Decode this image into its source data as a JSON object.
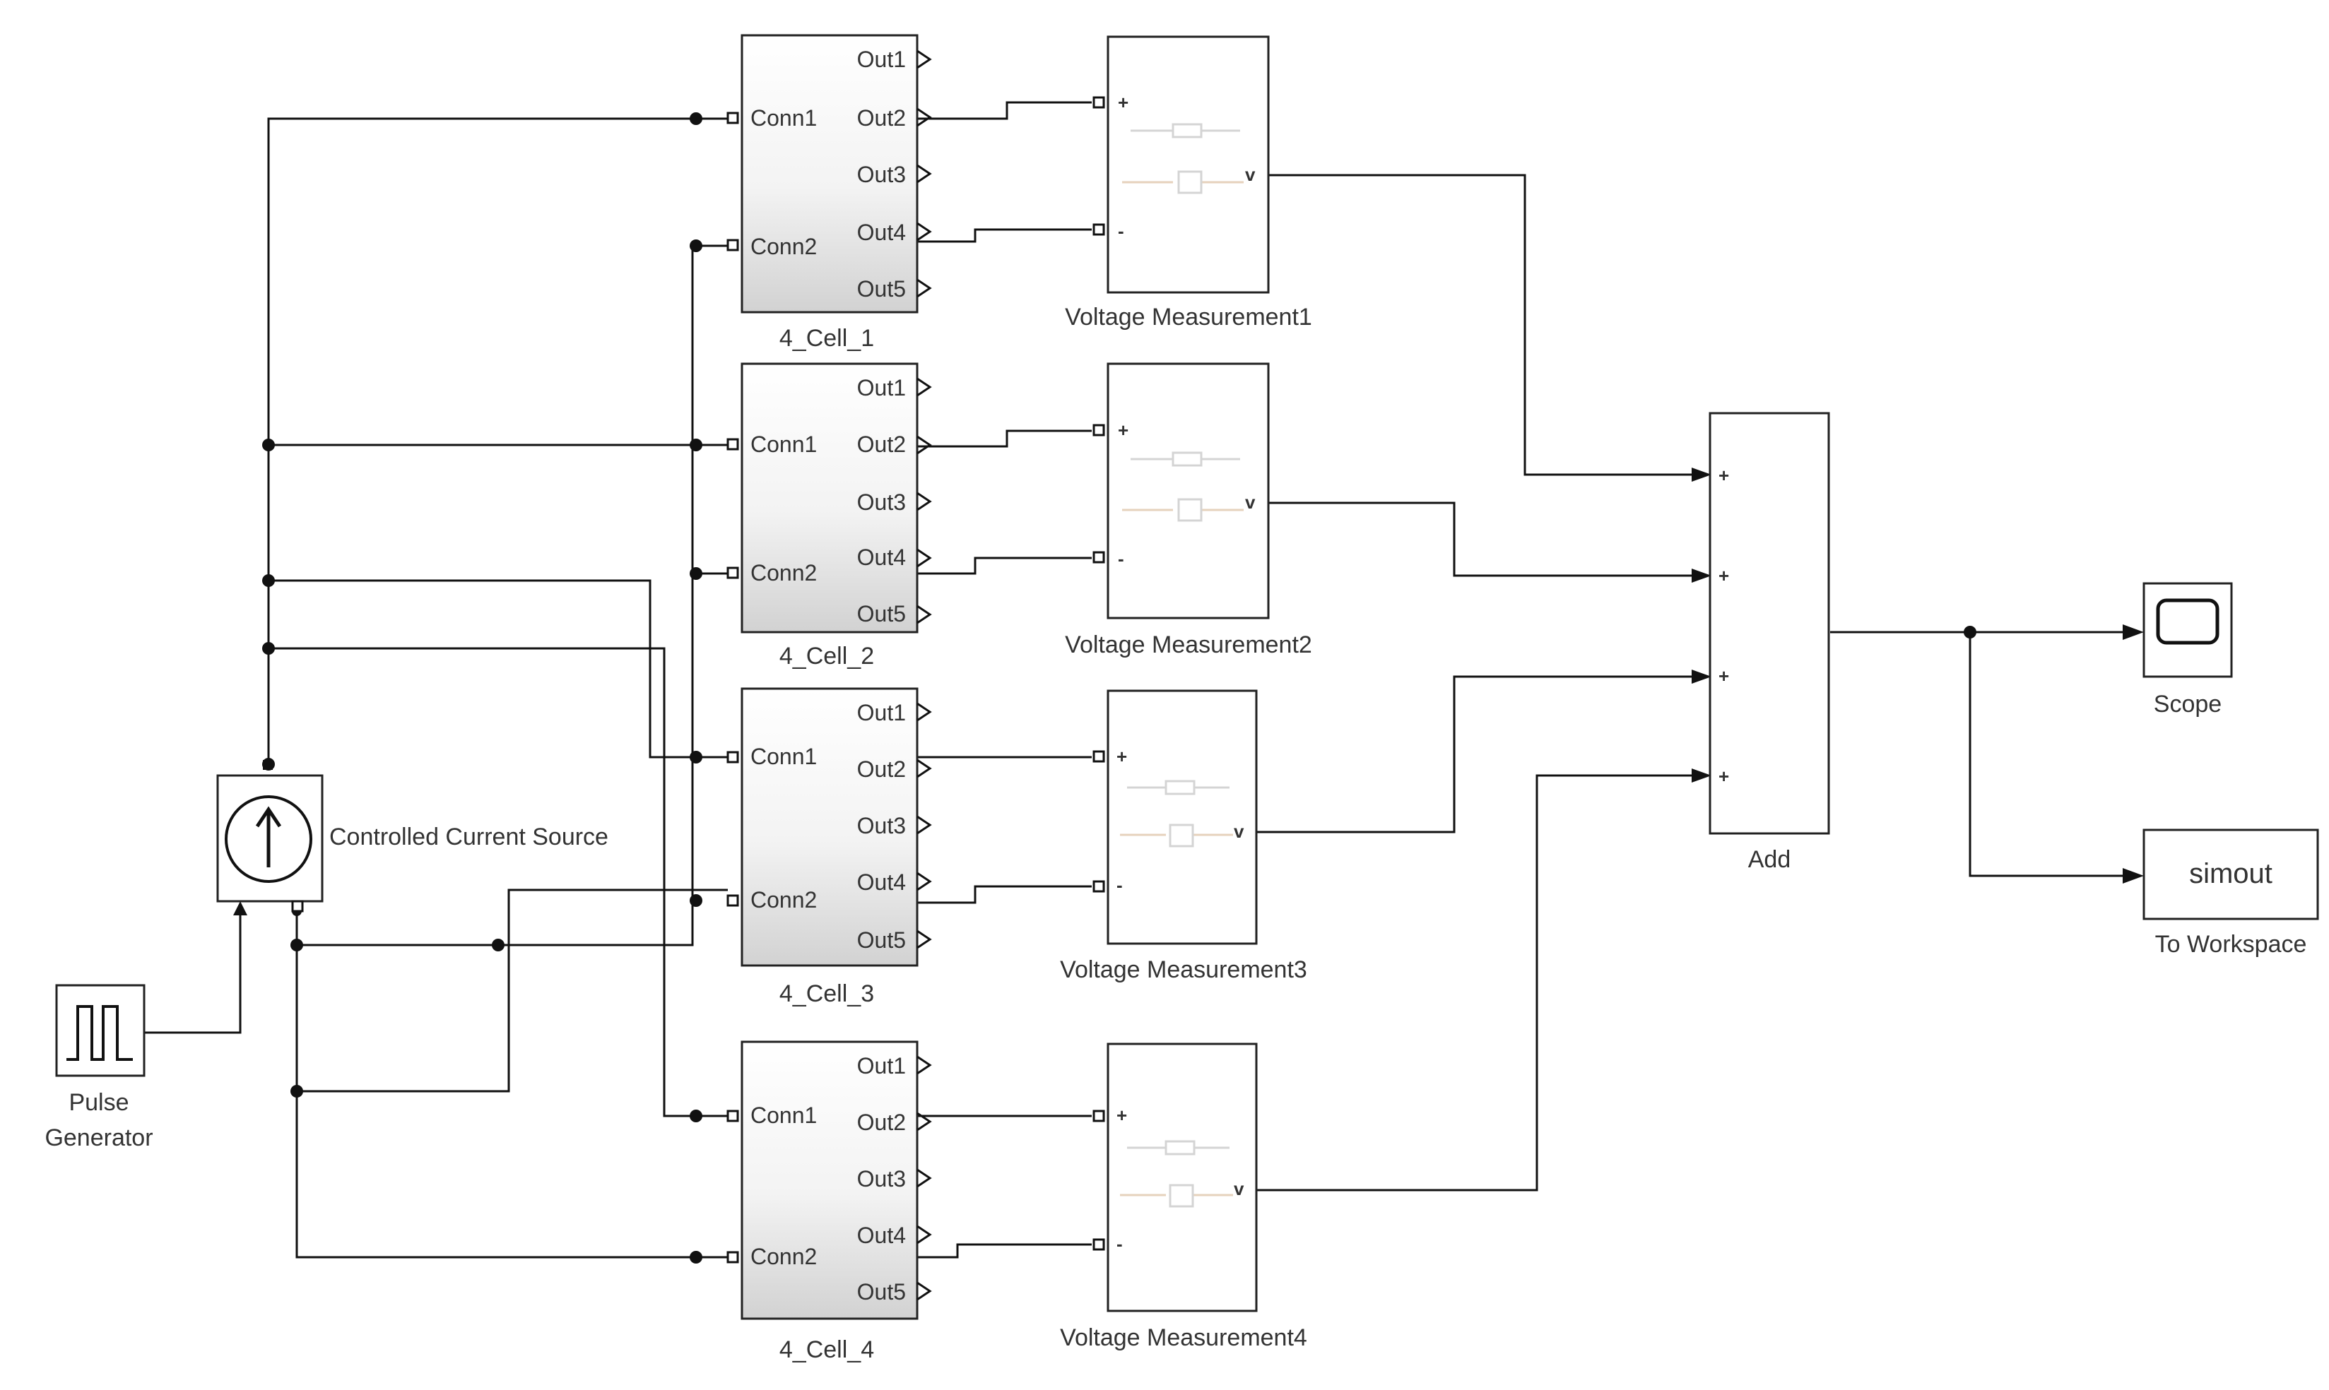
{
  "blocks": {
    "pulse": {
      "label_line1": "Pulse",
      "label_line2": "Generator",
      "icon": "pulse-wave-icon"
    },
    "current_source": {
      "label": "Controlled Current Source",
      "icon": "current-source-arrow-icon"
    },
    "cells": [
      {
        "label": "4_Cell_1",
        "ports_left": [
          "Conn1",
          "Conn2"
        ],
        "ports_right": [
          "Out1",
          "Out2",
          "Out3",
          "Out4",
          "Out5"
        ]
      },
      {
        "label": "4_Cell_2",
        "ports_left": [
          "Conn1",
          "Conn2"
        ],
        "ports_right": [
          "Out1",
          "Out2",
          "Out3",
          "Out4",
          "Out5"
        ]
      },
      {
        "label": "4_Cell_3",
        "ports_left": [
          "Conn1",
          "Conn2"
        ],
        "ports_right": [
          "Out1",
          "Out2",
          "Out3",
          "Out4",
          "Out5"
        ]
      },
      {
        "label": "4_Cell_4",
        "ports_left": [
          "Conn1",
          "Conn2"
        ],
        "ports_right": [
          "Out1",
          "Out2",
          "Out3",
          "Out4",
          "Out5"
        ]
      }
    ],
    "voltage_meters": [
      {
        "label": "Voltage Measurement1",
        "plus": "+",
        "minus": "-",
        "out": "v"
      },
      {
        "label": "Voltage Measurement2",
        "plus": "+",
        "minus": "-",
        "out": "v"
      },
      {
        "label": "Voltage Measurement3",
        "plus": "+",
        "minus": "-",
        "out": "v"
      },
      {
        "label": "Voltage Measurement4",
        "plus": "+",
        "minus": "-",
        "out": "v"
      }
    ],
    "add": {
      "label": "Add",
      "signs": [
        "+",
        "+",
        "+",
        "+"
      ]
    },
    "scope": {
      "label": "Scope",
      "icon": "scope-screen-icon"
    },
    "to_workspace": {
      "label": "To Workspace",
      "variable": "simout"
    }
  }
}
